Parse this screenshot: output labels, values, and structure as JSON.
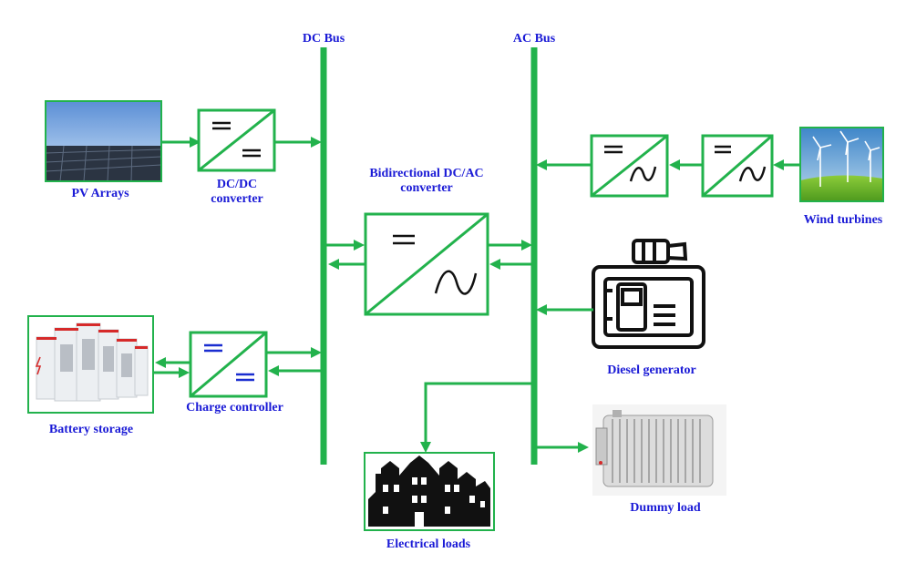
{
  "buses": {
    "dc_label": "DC Bus",
    "ac_label": "AC Bus"
  },
  "components": {
    "pv_arrays": "PV Arrays",
    "dcdc_converter": "DC/DC converter",
    "bidirectional_converter": "Bidirectional DC/AC converter",
    "wind_turbines": "Wind turbines",
    "diesel_generator": "Diesel generator",
    "battery_storage": "Battery storage",
    "charge_controller": "Charge controller",
    "electrical_loads": "Electrical loads",
    "dummy_load": "Dummy load"
  },
  "colors": {
    "line_green": "#22b24c",
    "label_blue": "#1a1ad6",
    "symbol_blue": "#1a2dd0"
  }
}
